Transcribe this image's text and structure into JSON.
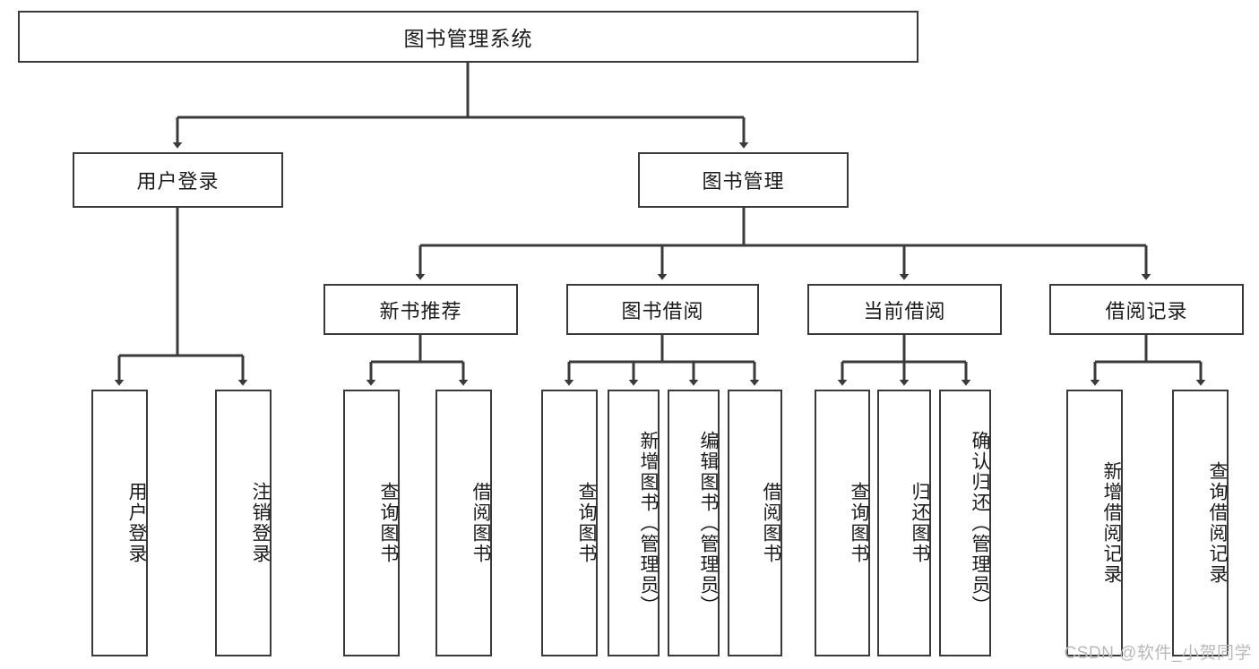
{
  "diagram": {
    "title": "图书管理系统",
    "watermark": "CSDN @软件_小贺同学",
    "stroke_color": "#3a3a3a",
    "background_color": "#ffffff",
    "text_color": "#1b1b1b",
    "root": {
      "label": "图书管理系统"
    },
    "level2": [
      {
        "label": "用户登录"
      },
      {
        "label": "图书管理"
      }
    ],
    "level3": [
      {
        "label": "新书推荐"
      },
      {
        "label": "图书借阅"
      },
      {
        "label": "当前借阅"
      },
      {
        "label": "借阅记录"
      }
    ],
    "leaves": {
      "user_login": [
        {
          "label": "用户登录"
        },
        {
          "label": "注销登录"
        }
      ],
      "new_book": [
        {
          "label": "查询图书"
        },
        {
          "label": "借阅图书"
        }
      ],
      "book_borrow": [
        {
          "label": "查询图书"
        },
        {
          "label": "新增图书（管理员）"
        },
        {
          "label": "编辑图书（管理员）"
        },
        {
          "label": "借阅图书"
        }
      ],
      "current_borrow": [
        {
          "label": "查询图书"
        },
        {
          "label": "归还图书"
        },
        {
          "label": "确认归还（管理员）"
        }
      ],
      "borrow_record": [
        {
          "label": "新增借阅记录"
        },
        {
          "label": "查询借阅记录"
        }
      ]
    }
  }
}
